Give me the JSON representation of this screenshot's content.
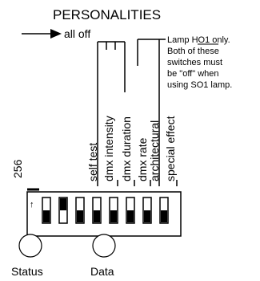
{
  "title": "PERSONALITIES",
  "all_off_label": "all off",
  "address_label": "256",
  "switch_labels": [
    "self test",
    "dmx intensity",
    "dmx duration",
    "dmx rate",
    "architectural",
    "special effect"
  ],
  "note_lines": [
    "Lamp HO1 only.",
    "Both of these",
    "switches must",
    "be \"off\" when",
    "using SO1 lamp."
  ],
  "on_marker": "↑",
  "switches": {
    "count": 8,
    "states": [
      "off",
      "on",
      "off",
      "off",
      "off",
      "off",
      "off",
      "off"
    ]
  },
  "indicators": [
    {
      "label": "Status"
    },
    {
      "label": "Data"
    }
  ]
}
